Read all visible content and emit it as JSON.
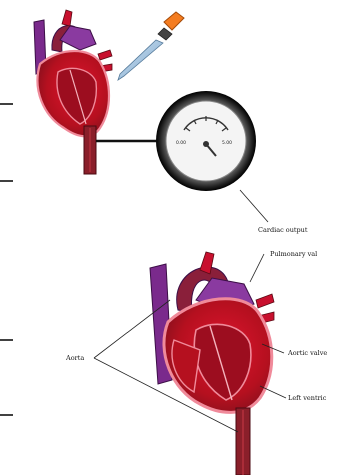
{
  "gauge": {
    "left_scale": "0.00",
    "right_scale": "5.00",
    "caption": "Cardiac output"
  },
  "labels": {
    "pulmonary": "Pulmonary val",
    "aorta": "Aorta",
    "aortic_valve": "Aortic valve",
    "left_ventricle": "Left ventric"
  },
  "colors": {
    "heart_red": "#c8102e",
    "heart_dark": "#8a0f1e",
    "heart_pink": "#f08a9a",
    "vessel_purple": "#7a2a8c",
    "vessel_dark": "#5a1a6a",
    "pipette_orange": "#f47c20",
    "pipette_blue": "#8fb7d9"
  },
  "icons": [
    "pipette-icon",
    "gauge-icon",
    "heart-icon"
  ]
}
